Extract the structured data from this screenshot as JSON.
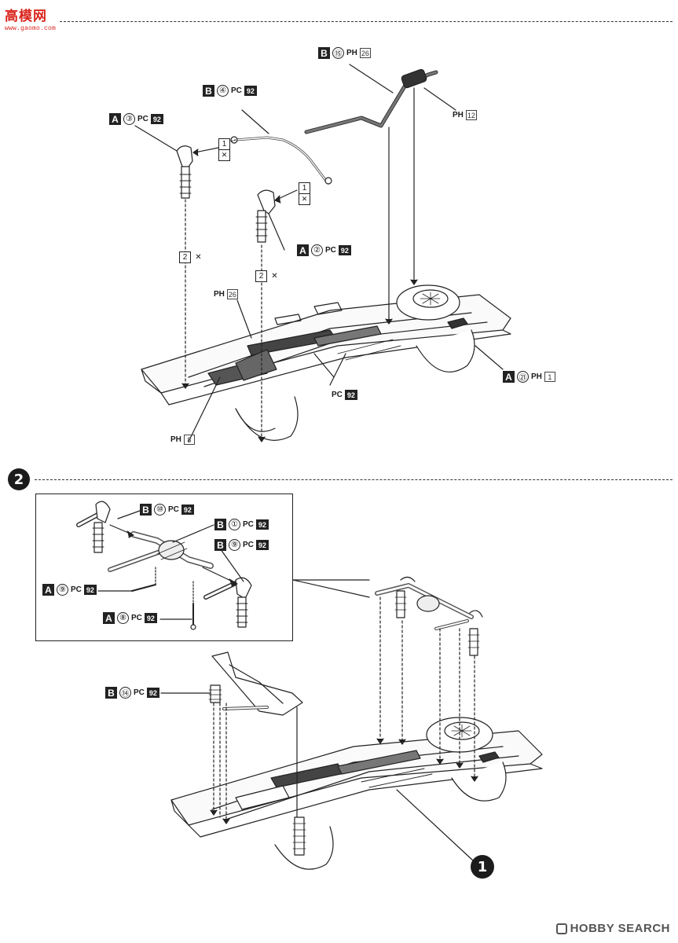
{
  "header": {
    "site_name": "高模网",
    "site_url": "www.gaomo.com"
  },
  "step1": {
    "callouts": {
      "b15": {
        "letter": "B",
        "num": "⑮",
        "pref": "PH",
        "ref": "26"
      },
      "b4": {
        "letter": "B",
        "num": "④",
        "pref": "PC",
        "ref": "92"
      },
      "a3": {
        "letter": "A",
        "num": "③",
        "pref": "PC",
        "ref": "92"
      },
      "a2": {
        "letter": "A",
        "num": "②",
        "pref": "PC",
        "ref": "92"
      },
      "a21": {
        "letter": "A",
        "num": "㉑",
        "pref": "PH",
        "ref": "1"
      }
    },
    "refs": {
      "ph12": {
        "pref": "PH",
        "ref": "12"
      },
      "ph26": {
        "pref": "PH",
        "ref": "26"
      },
      "pc92": {
        "pref": "PC",
        "ref": "92"
      },
      "ph8": {
        "pref": "PH",
        "ref": "8"
      }
    },
    "substeps": {
      "s1a": "1",
      "s1b": "1",
      "s2a": "2",
      "s2b": "2"
    }
  },
  "step2": {
    "number": "2",
    "callouts": {
      "b10": {
        "letter": "B",
        "num": "⑩",
        "pref": "PC",
        "ref": "92"
      },
      "b1": {
        "letter": "B",
        "num": "①",
        "pref": "PC",
        "ref": "92"
      },
      "b9": {
        "letter": "B",
        "num": "⑨",
        "pref": "PC",
        "ref": "92"
      },
      "a9": {
        "letter": "A",
        "num": "⑨",
        "pref": "PC",
        "ref": "92"
      },
      "a8": {
        "letter": "A",
        "num": "⑧",
        "pref": "PC",
        "ref": "92"
      },
      "b14": {
        "letter": "B",
        "num": "⑭",
        "pref": "PC",
        "ref": "92"
      }
    },
    "reference_step": "1"
  },
  "footer": {
    "watermark": "HOBBY SEARCH"
  }
}
